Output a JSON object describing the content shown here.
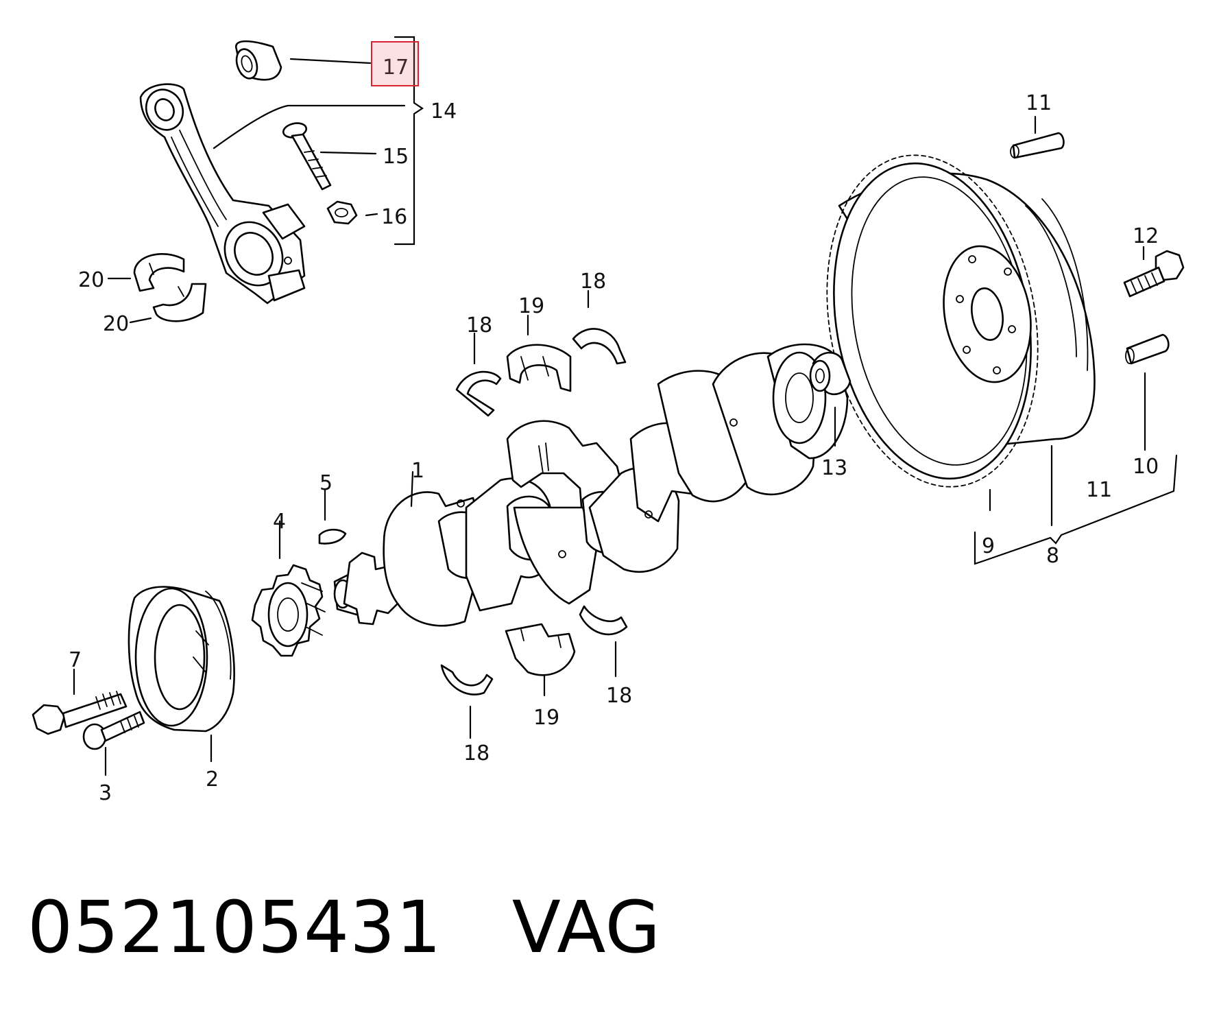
{
  "diagram": {
    "highlighted_callout": "17",
    "highlight_color": "#d9232e",
    "line_color": "#000000",
    "callouts": [
      {
        "id": "c1",
        "label": "1"
      },
      {
        "id": "c2",
        "label": "2"
      },
      {
        "id": "c3",
        "label": "3"
      },
      {
        "id": "c4",
        "label": "4"
      },
      {
        "id": "c5",
        "label": "5"
      },
      {
        "id": "c7",
        "label": "7"
      },
      {
        "id": "c8",
        "label": "8"
      },
      {
        "id": "c9",
        "label": "9"
      },
      {
        "id": "c10",
        "label": "10"
      },
      {
        "id": "c11a",
        "label": "11"
      },
      {
        "id": "c11b",
        "label": "11"
      },
      {
        "id": "c12",
        "label": "12"
      },
      {
        "id": "c13",
        "label": "13"
      },
      {
        "id": "c14",
        "label": "14"
      },
      {
        "id": "c15",
        "label": "15"
      },
      {
        "id": "c16",
        "label": "16"
      },
      {
        "id": "c17",
        "label": "17"
      },
      {
        "id": "c18a",
        "label": "18"
      },
      {
        "id": "c18b",
        "label": "18"
      },
      {
        "id": "c18c",
        "label": "18"
      },
      {
        "id": "c18d",
        "label": "18"
      },
      {
        "id": "c19a",
        "label": "19"
      },
      {
        "id": "c19b",
        "label": "19"
      },
      {
        "id": "c20a",
        "label": "20"
      },
      {
        "id": "c20b",
        "label": "20"
      }
    ]
  },
  "caption": {
    "part_number": "052105431",
    "brand": "VAG"
  }
}
